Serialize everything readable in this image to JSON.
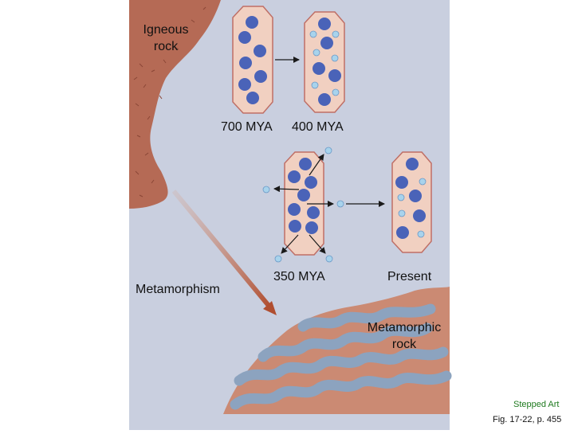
{
  "labels": {
    "igneous_line1": "Igneous",
    "igneous_line2": "rock",
    "time_700": "700 MYA",
    "time_400": "400 MYA",
    "time_350": "350 MYA",
    "time_present": "Present",
    "metamorphism": "Metamorphism",
    "metamorphic_line1": "Metamorphic",
    "metamorphic_line2": "rock"
  },
  "footer": {
    "stepped_art": "Stepped Art",
    "figure_ref": "Fig. 17-22, p. 455"
  },
  "colors": {
    "background": "#c9cfdf",
    "igneous_rock": "#b56a55",
    "crystal_fill": "#f1d0c1",
    "crystal_stroke": "#bf6f66",
    "parent_atom": "#4a63b8",
    "daughter_atom": "#a8d3ec",
    "metamorphic_layer": "#cb8a73",
    "metamorphic_band": "#8ca3bf",
    "metamorphism_arrow": "#b55134",
    "stepped_art_text": "#1f7a1f"
  }
}
